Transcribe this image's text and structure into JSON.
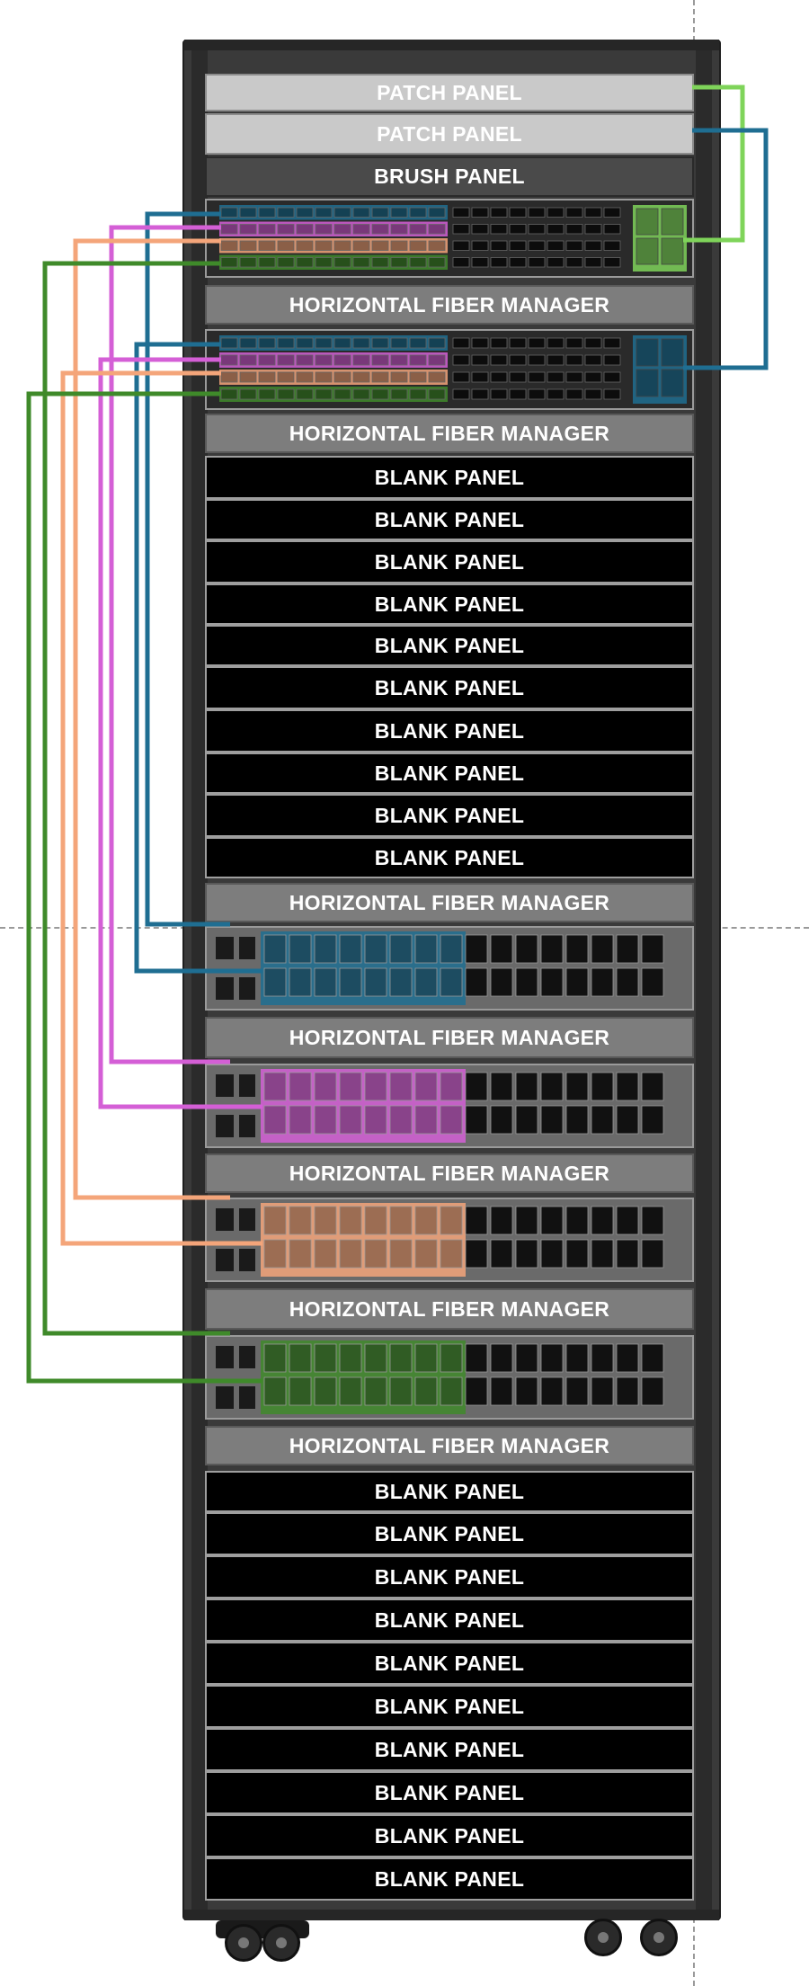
{
  "rack": {
    "units": [
      {
        "type": "patch",
        "label": "PATCH PANEL"
      },
      {
        "type": "patch",
        "label": "PATCH PANEL"
      },
      {
        "type": "brush",
        "label": "BRUSH PANEL"
      },
      {
        "type": "switch",
        "label": ""
      },
      {
        "type": "hfm",
        "label": "HORIZONTAL FIBER MANAGER"
      },
      {
        "type": "switch",
        "label": ""
      },
      {
        "type": "hfm",
        "label": "HORIZONTAL FIBER MANAGER"
      },
      {
        "type": "blank",
        "label": "BLANK PANEL"
      },
      {
        "type": "blank",
        "label": "BLANK PANEL"
      },
      {
        "type": "blank",
        "label": "BLANK PANEL"
      },
      {
        "type": "blank",
        "label": "BLANK PANEL"
      },
      {
        "type": "blank",
        "label": "BLANK PANEL"
      },
      {
        "type": "blank",
        "label": "BLANK PANEL"
      },
      {
        "type": "blank",
        "label": "BLANK PANEL"
      },
      {
        "type": "blank",
        "label": "BLANK PANEL"
      },
      {
        "type": "blank",
        "label": "BLANK PANEL"
      },
      {
        "type": "blank",
        "label": "BLANK PANEL"
      },
      {
        "type": "hfm",
        "label": "HORIZONTAL FIBER MANAGER"
      },
      {
        "type": "switch",
        "label": ""
      },
      {
        "type": "hfm",
        "label": "HORIZONTAL FIBER MANAGER"
      },
      {
        "type": "switch",
        "label": ""
      },
      {
        "type": "hfm",
        "label": "HORIZONTAL FIBER MANAGER"
      },
      {
        "type": "switch",
        "label": ""
      },
      {
        "type": "hfm",
        "label": "HORIZONTAL FIBER MANAGER"
      },
      {
        "type": "switch",
        "label": ""
      },
      {
        "type": "hfm",
        "label": "HORIZONTAL FIBER MANAGER"
      },
      {
        "type": "blank",
        "label": "BLANK PANEL"
      },
      {
        "type": "blank",
        "label": "BLANK PANEL"
      },
      {
        "type": "blank",
        "label": "BLANK PANEL"
      },
      {
        "type": "blank",
        "label": "BLANK PANEL"
      },
      {
        "type": "blank",
        "label": "BLANK PANEL"
      },
      {
        "type": "blank",
        "label": "BLANK PANEL"
      },
      {
        "type": "blank",
        "label": "BLANK PANEL"
      },
      {
        "type": "blank",
        "label": "BLANK PANEL"
      },
      {
        "type": "blank",
        "label": "BLANK PANEL"
      },
      {
        "type": "blank",
        "label": "BLANK PANEL"
      }
    ]
  },
  "colors": {
    "blue": "#1f6e92",
    "magenta": "#d45fd6",
    "peach": "#f4a57a",
    "green": "#3f8a2a",
    "light_green": "#7fd45a"
  }
}
